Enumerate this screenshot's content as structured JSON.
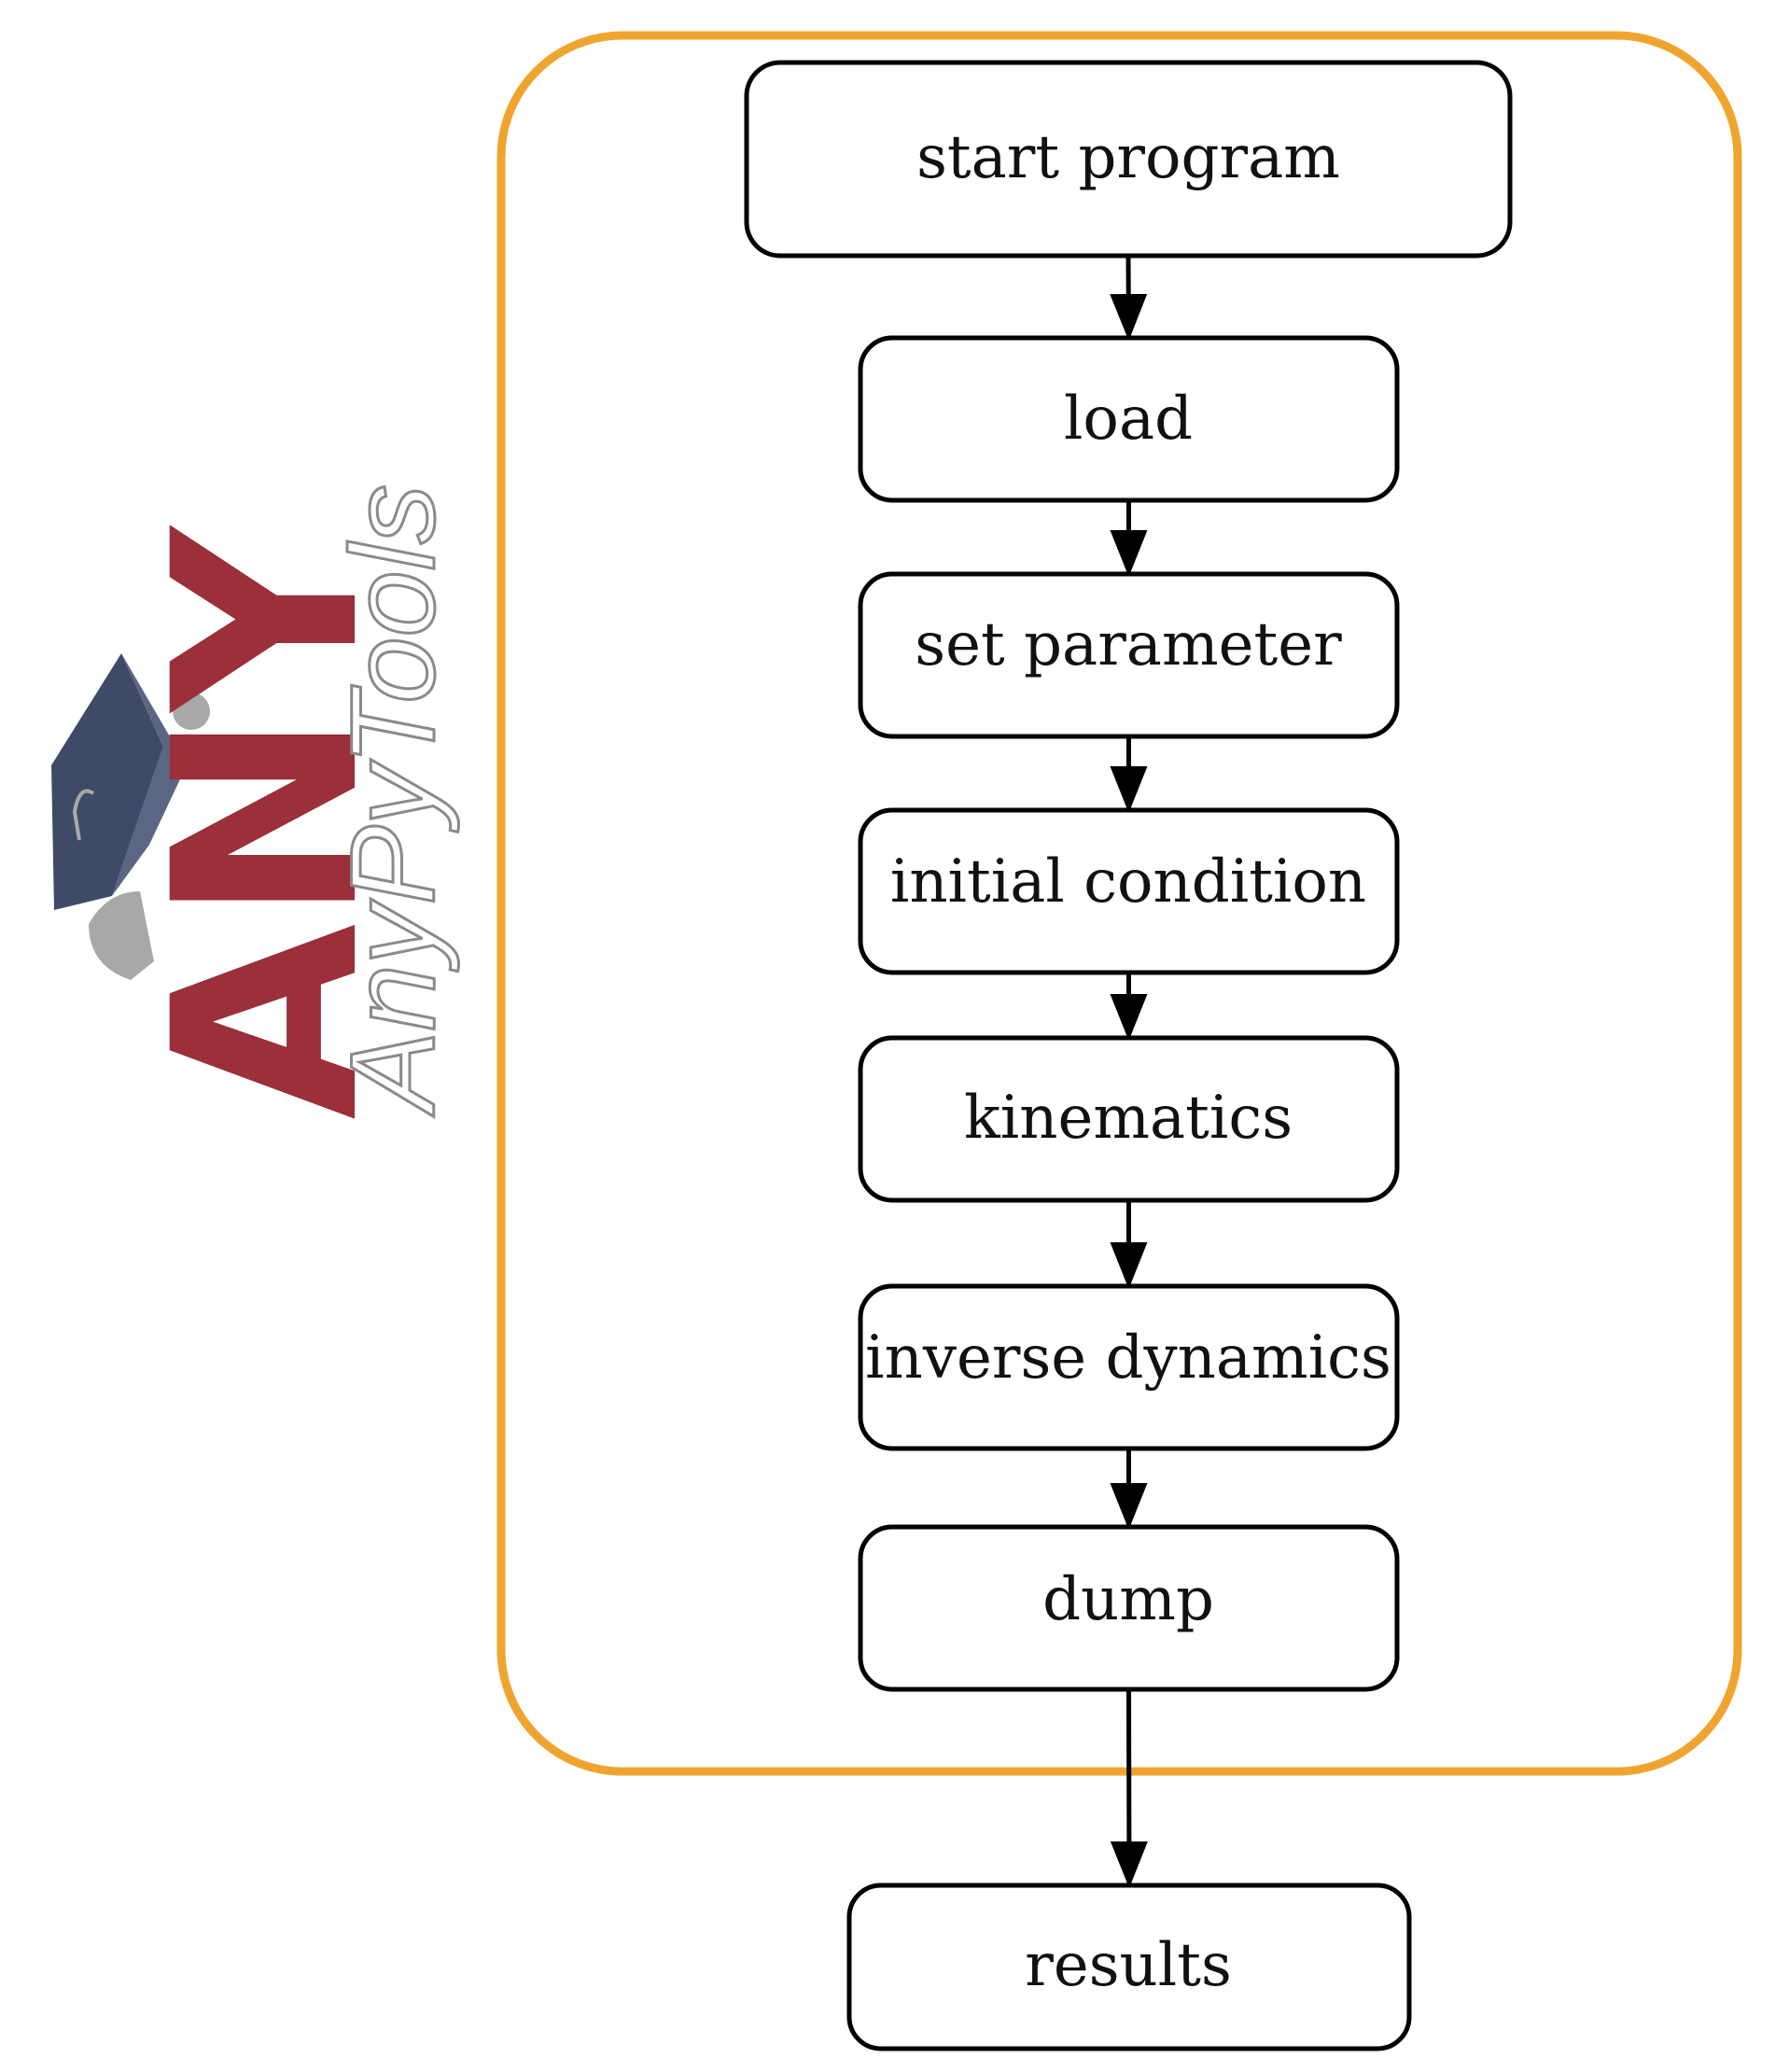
{
  "colors": {
    "container_border": "#F0A430",
    "box_border": "#000000",
    "arrow": "#000000",
    "logo_red": "#9B2F3A",
    "logo_cap": "#3F4A66",
    "logo_grey": "#A8A8A8"
  },
  "flow": {
    "nodes": [
      {
        "id": "start",
        "label": "start program"
      },
      {
        "id": "load",
        "label": "load"
      },
      {
        "id": "set",
        "label": "set parameter"
      },
      {
        "id": "init",
        "label": "initial condition"
      },
      {
        "id": "kin",
        "label": "kinematics"
      },
      {
        "id": "invdyn",
        "label": "inverse dynamics"
      },
      {
        "id": "dump",
        "label": "dump"
      },
      {
        "id": "results",
        "label": "results"
      }
    ],
    "edges": [
      {
        "from": "start",
        "to": "load"
      },
      {
        "from": "load",
        "to": "set"
      },
      {
        "from": "set",
        "to": "init"
      },
      {
        "from": "init",
        "to": "kin"
      },
      {
        "from": "kin",
        "to": "invdyn"
      },
      {
        "from": "invdyn",
        "to": "dump"
      },
      {
        "from": "dump",
        "to": "results"
      }
    ]
  },
  "logo": {
    "brand_text": "ANY",
    "product_text": "AnyPyTools",
    "icon": "graduation-cap-figure-icon"
  }
}
